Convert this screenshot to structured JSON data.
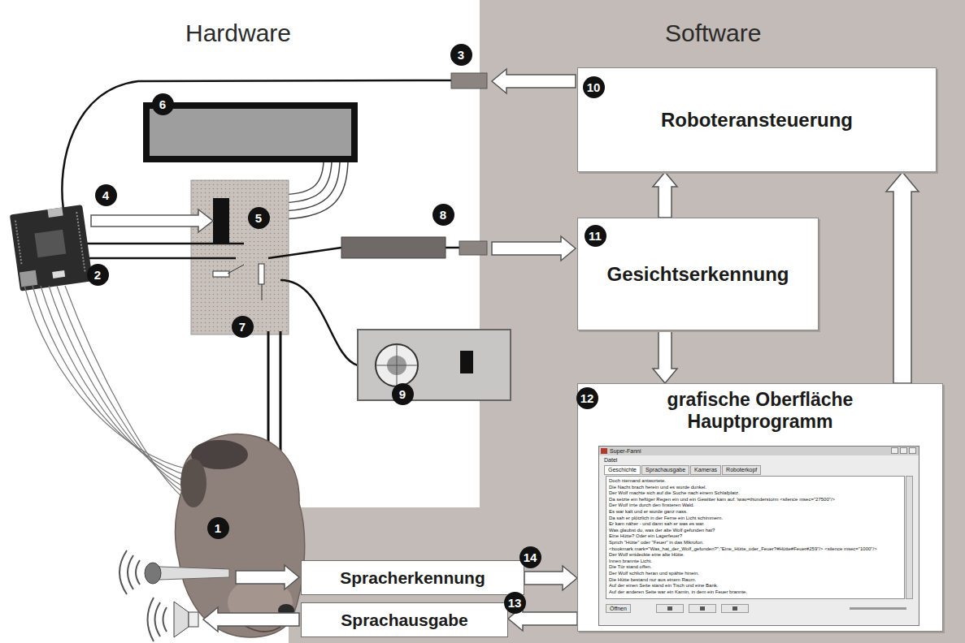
{
  "diagram": {
    "nodes": [
      {
        "text": [
          "Software"
        ]
      },
      {
        "text": [
          "Roboteransteuerung"
        ],
        "in": 0
      },
      {
        "text": [
          "Gesichtserkennung"
        ],
        "in": 0
      },
      {
        "text": [
          "grafische Oberfläche Hauptprogramm"
        ],
        "in": 0
      },
      {
        "text": [
          "Super-Fanni",
          "Datei",
          "Geschichte",
          "Sprachausgabe",
          "Kameras",
          "Roboterkopf",
          "Doch niemand antwortete.",
          "Die Nacht brach herein und es wurde dunkel.",
          "Der Wolf machte sich auf die Suche nach einem Schlafplatz.",
          "Da setzte ein heftiger Regen ein und ein Gewitter kam auf. \\wav=thunderstorm <silence msec=\"27500\"/>",
          "Der Wolf irrte durch den finsteren Wald.",
          "Es war kalt und er wurde ganz nass.",
          "Da sah er plötzlich in der Ferne ein Licht schimmern.",
          "Er kam näher - und dann sah er was es war.",
          "Was glaubst du, was der alte Wolf gefunden hat?",
          "Eine Hütte? Oder ein Lagerfeuer?",
          "Sprich \"Hütte\" oder \"Feuer\" in das Mikrofon.",
          "<bookmark mark=\"Was_hat_der_Wolf_gefunden?\";\"Eine_Hütte_oder_Feuer?#Hütte#Feuer#259\"/> <silence msec=\"1000\"/>",
          "Der Wolf entdeckte eine alte Hütte.",
          "Innen brannte Licht.",
          "Die Tür stand offen.",
          "Der Wolf schlich heran und spähte hinein.",
          "Die Hütte bestand nur aus einem Raum.",
          "Auf der einen Seite stand ein Tisch und eine Bank.",
          "Auf der anderen Seite war ein Kamin, in dem ein Feuer brannte.",
          "Öffnen"
        ],
        "in": 3
      },
      {
        "text": [
          "Spracherkennung"
        ],
        "in": 0
      },
      {
        "text": [
          "Sprachausgabe"
        ],
        "in": 0
      }
    ],
    "edges": [
      {
        "from": 2,
        "to": 1,
        "arrow": "to"
      },
      {
        "from": 2,
        "to": 3,
        "arrow": "to"
      },
      {
        "from": 3,
        "to": 1,
        "arrow": "to"
      },
      {
        "from": 5,
        "to": 3,
        "arrow": "to"
      },
      {
        "from": 3,
        "to": 6,
        "arrow": "to"
      }
    ],
    "labels": [
      "Hardware",
      "1",
      "2",
      "3",
      "4",
      "5",
      "6",
      "7",
      "8",
      "9",
      "10",
      "11",
      "12",
      "13",
      "14"
    ]
  }
}
